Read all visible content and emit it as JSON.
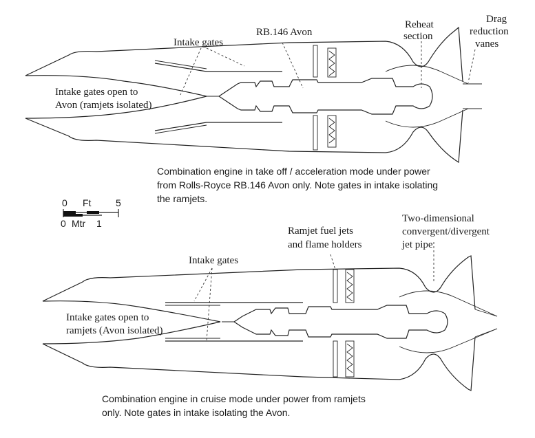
{
  "top": {
    "labels": {
      "intake_gates": "Intake gates",
      "engine": "RB.146 Avon",
      "reheat_1": "Reheat",
      "reheat_2": "section",
      "drag_1": "Drag",
      "drag_2": "reduction",
      "drag_3": "vanes",
      "inner_1": "Intake gates open to",
      "inner_2": "Avon (ramjets isolated)"
    },
    "caption": [
      "Combination engine in take off / acceleration mode under power",
      "from Rolls-Royce RB.146 Avon only.  Note gates in intake isolating",
      "the ramjets."
    ]
  },
  "scale": {
    "ft_left": "0",
    "ft_unit": "Ft",
    "ft_right": "5",
    "m_left": "0",
    "m_unit": "Mtr",
    "m_right": "1"
  },
  "bottom": {
    "labels": {
      "intake_gates": "Intake gates",
      "ramjet_1": "Ramjet fuel jets",
      "ramjet_2": "and flame holders",
      "nozzle_1": "Two-dimensional",
      "nozzle_2": "convergent/divergent",
      "nozzle_3": "jet pipe",
      "inner_1": "Intake gates open to",
      "inner_2": "ramjets (Avon isolated)"
    },
    "caption": [
      "Combination engine in cruise mode under power from ramjets",
      "only. Note gates in intake isolating the Avon."
    ]
  }
}
